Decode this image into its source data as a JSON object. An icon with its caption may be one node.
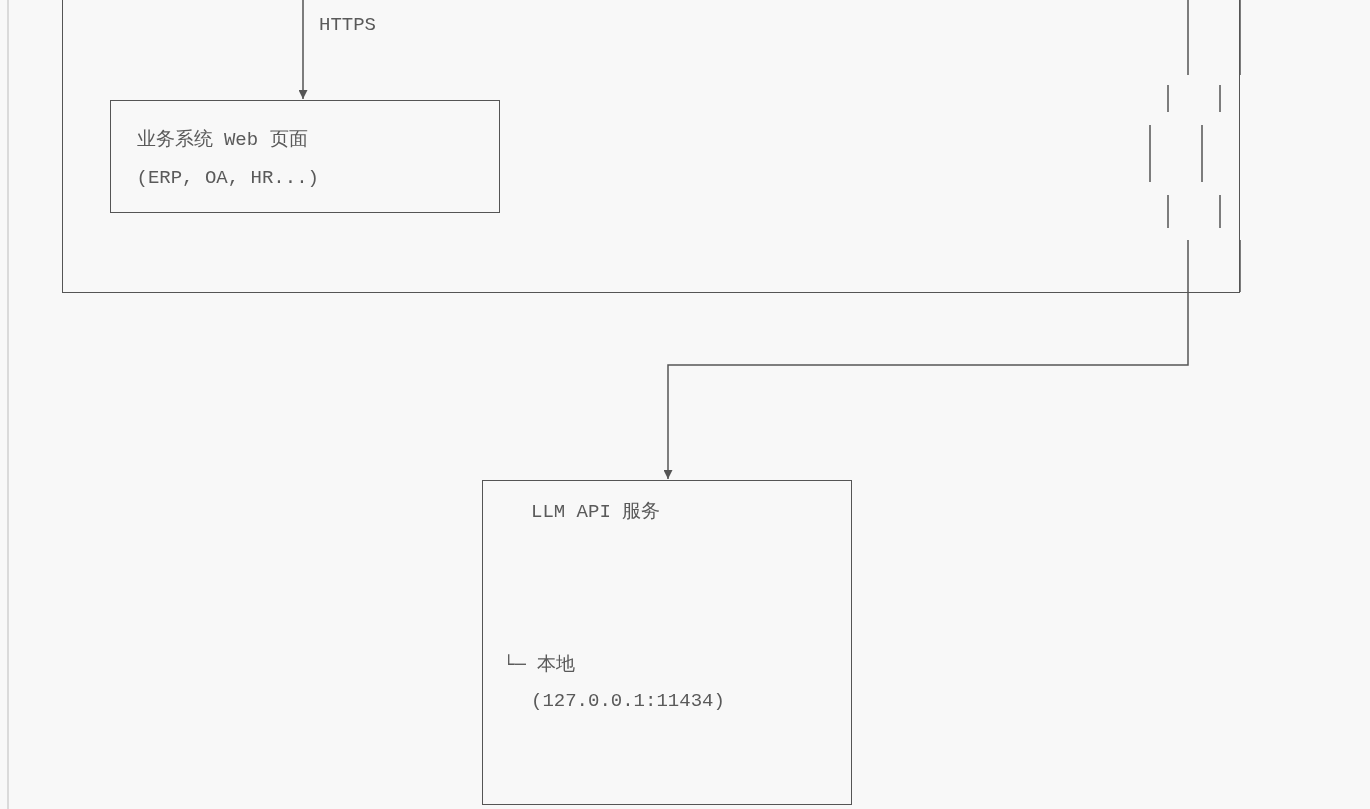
{
  "diagram": {
    "nodes": [
      {
        "text": [],
        "shape": "box"
      },
      {
        "text": [
          "业务系统 Web 页面",
          "(ERP, OA, HR...)"
        ],
        "in": 0
      },
      {
        "text": [
          "LLM API 服务",
          "└─ 本地",
          "(127.0.0.1:11434)"
        ]
      }
    ],
    "edges": [
      {
        "from": null,
        "to": 1,
        "arrow": "to",
        "label": "HTTPS"
      },
      {
        "from": 0,
        "to": 2,
        "arrow": "to"
      }
    ]
  }
}
